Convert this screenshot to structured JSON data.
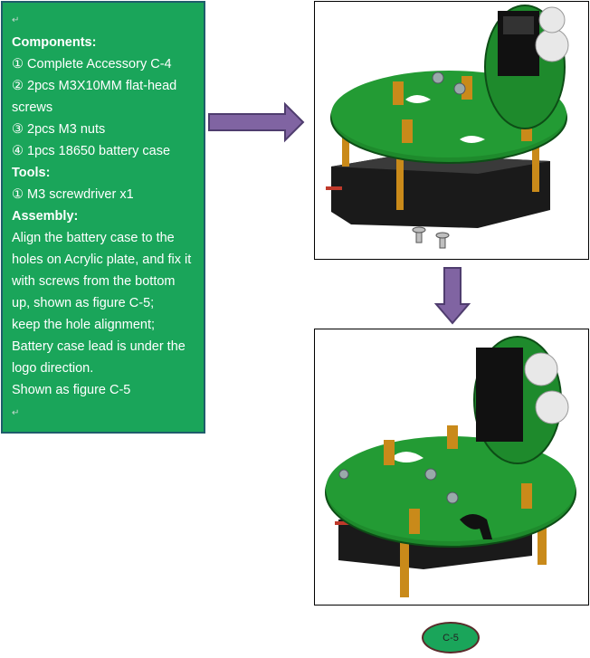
{
  "instructions": {
    "components_heading": "Components:",
    "items": [
      "① Complete Accessory C-4",
      "② 2pcs M3X10MM flat-head screws",
      "③ 2pcs M3 nuts",
      "④ 1pcs 18650 battery case"
    ],
    "tools_heading": "Tools:",
    "tools": [
      "① M3 screwdriver x1"
    ],
    "assembly_heading": "Assembly:",
    "assembly_lines": [
      "Align the battery case to the holes on Acrylic plate, and fix it with screws from the bottom up, shown as figure C-5;",
      "keep the hole alignment;",
      "Battery case lead is under the logo direction.",
      "Shown as figure C-5"
    ]
  },
  "figure_label": "C-5",
  "colors": {
    "panel_green": "#1aa55a",
    "panel_border": "#1f5d6b",
    "arrow_purple": "#8064a2",
    "arrow_border": "#4f3d6e",
    "board_green": "#1e8a2c",
    "standoff_gold": "#c98a1a"
  }
}
